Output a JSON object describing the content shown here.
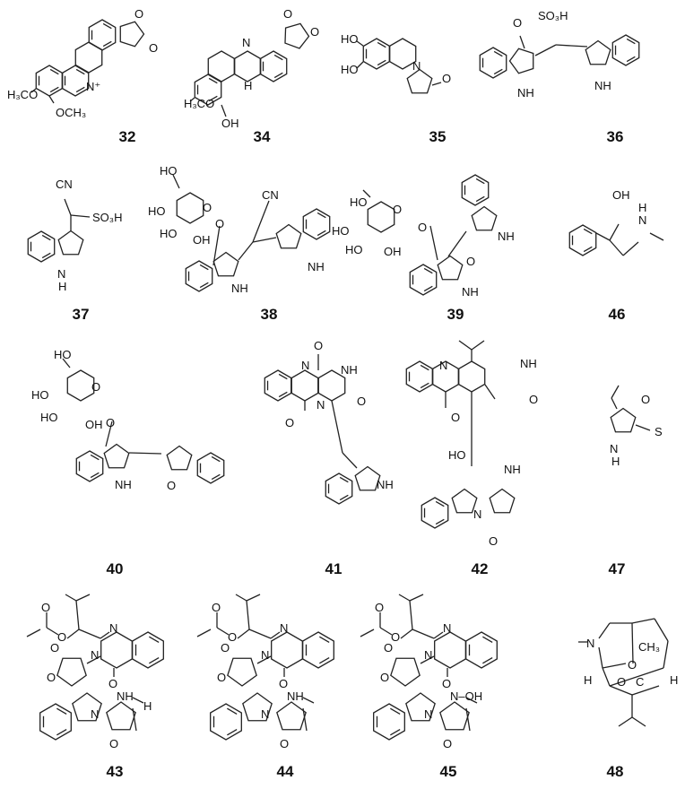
{
  "figure": {
    "line_color": "#222222",
    "compounds": [
      {
        "id": "32",
        "atoms": [
          "H₃CO",
          "OCH₃",
          "N⁺",
          "O",
          "O"
        ]
      },
      {
        "id": "34",
        "atoms": [
          "H₃CO",
          "OH",
          "N",
          "H",
          "O",
          "O"
        ]
      },
      {
        "id": "35",
        "atoms": [
          "HO",
          "HO",
          "N",
          "O"
        ]
      },
      {
        "id": "36",
        "atoms": [
          "O",
          "SO₃H",
          "NH",
          "NH"
        ]
      },
      {
        "id": "37",
        "atoms": [
          "CN",
          "SO₃H",
          "N",
          "H"
        ]
      },
      {
        "id": "38",
        "atoms": [
          "HO",
          "HO",
          "HO",
          "OH",
          "O",
          "O",
          "CN",
          "NH",
          "NH"
        ]
      },
      {
        "id": "39",
        "atoms": [
          "HO",
          "HO",
          "HO",
          "OH",
          "O",
          "O",
          "NH",
          "O",
          "NH"
        ]
      },
      {
        "id": "46",
        "atoms": [
          "OH",
          "N",
          "H"
        ]
      },
      {
        "id": "40",
        "atoms": [
          "HO",
          "HO",
          "HO",
          "OH",
          "O",
          "O",
          "NH",
          "O"
        ]
      },
      {
        "id": "41",
        "atoms": [
          "O",
          "N",
          "NH",
          "N",
          "O",
          "O",
          "NH"
        ]
      },
      {
        "id": "42",
        "atoms": [
          "N",
          "NH",
          "O",
          "O",
          "HO",
          "N",
          "NH",
          "O"
        ]
      },
      {
        "id": "47",
        "atoms": [
          "O",
          "S",
          "N",
          "H"
        ]
      },
      {
        "id": "43",
        "atoms": [
          "O",
          "O",
          "N",
          "N",
          "O",
          "O",
          "O",
          "NH",
          "H",
          "N",
          "O"
        ]
      },
      {
        "id": "44",
        "atoms": [
          "O",
          "O",
          "N",
          "N",
          "O",
          "O",
          "O",
          "NH",
          "N",
          "O"
        ]
      },
      {
        "id": "45",
        "atoms": [
          "O",
          "O",
          "N",
          "N",
          "O",
          "O",
          "O",
          "N–OH",
          "N",
          "O"
        ]
      },
      {
        "id": "48",
        "atoms": [
          "N",
          "CH₃",
          "O",
          "O",
          "C",
          "H",
          "H"
        ]
      }
    ]
  }
}
